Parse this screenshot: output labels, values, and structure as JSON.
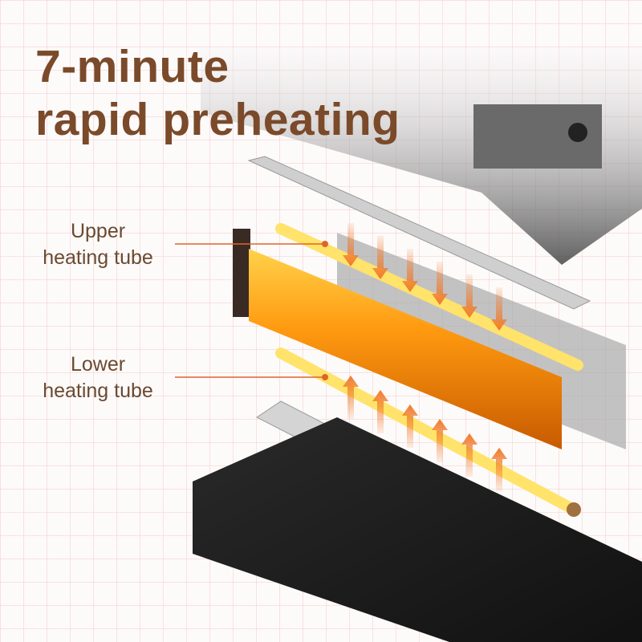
{
  "headline": {
    "line1": "7-minute",
    "line2": "rapid preheating"
  },
  "callouts": {
    "upper": {
      "line1": "Upper",
      "line2": "heating tube"
    },
    "lower": {
      "line1": "Lower",
      "line2": "heating tube"
    }
  },
  "colors": {
    "title": "#7a4a2a",
    "label": "#6a4a30",
    "leader": "#e0642a",
    "arrow": "#f07a2a",
    "glow": "#ffb020"
  }
}
